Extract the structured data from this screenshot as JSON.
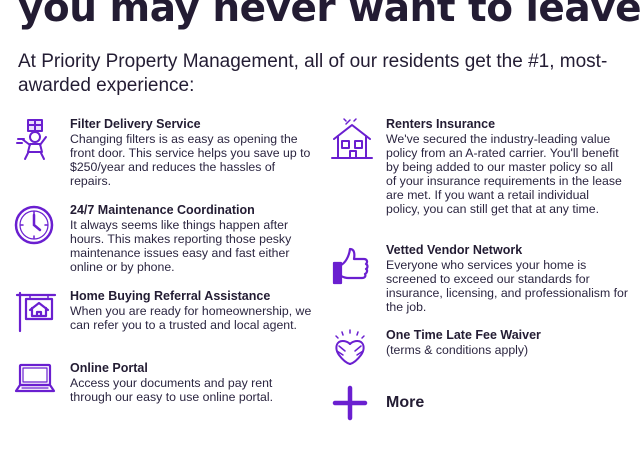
{
  "headline": "you may never want to leave.",
  "intro": "At Priority Property Management, all of our residents get the #1, most-awarded experience:",
  "accent_color": "#6a1fd0",
  "features_left": [
    {
      "icon": "delivery-person-icon",
      "title": "Filter Delivery Service",
      "desc": "Changing filters is as easy as opening the front door. This service helps you save up to $250/year and reduces the hassles of repairs."
    },
    {
      "icon": "clock-icon",
      "title": "24/7 Maintenance Coordination",
      "desc": "It always seems like things happen after hours. This makes reporting those pesky maintenance issues easy and fast either online or by phone."
    },
    {
      "icon": "house-sign-icon",
      "title": "Home Buying Referral Assistance",
      "desc": "When you are ready for homeownership, we can refer you to a trusted and local agent."
    },
    {
      "icon": "laptop-icon",
      "title": "Online Portal",
      "desc": "Access your documents and pay rent through our easy to use online portal."
    }
  ],
  "features_right": [
    {
      "icon": "house-shield-icon",
      "title": "Renters Insurance",
      "desc": "We've secured the industry-leading value policy from an A-rated carrier. You'll benefit by being added to our master policy so all of your insurance requirements in the lease are met. If you want a retail individual policy, you can still get that at any time."
    },
    {
      "icon": "thumbs-up-icon",
      "title": "Vetted Vendor Network",
      "desc": "Everyone who services your home is screened to exceed our standards for insurance, licensing, and professionalism for the job."
    },
    {
      "icon": "high-five-icon",
      "title": "One Time Late Fee Waiver",
      "desc": "(terms & conditions apply)"
    }
  ],
  "more": {
    "icon": "plus-icon",
    "label": "More"
  }
}
